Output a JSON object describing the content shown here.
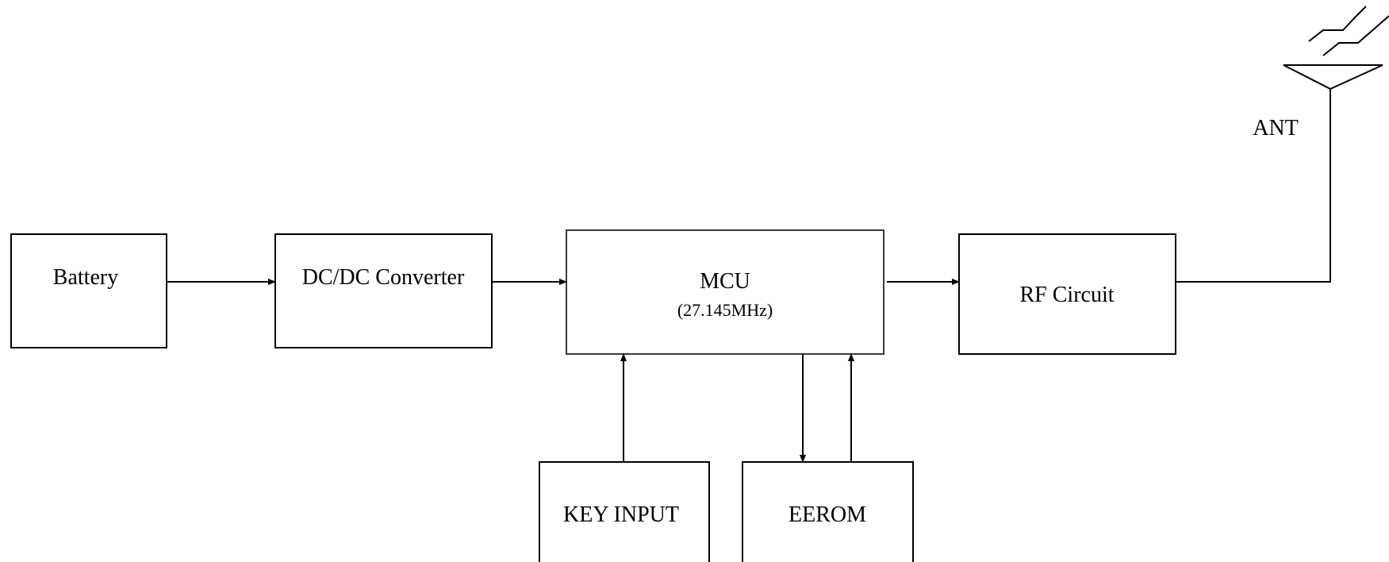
{
  "blocks": {
    "battery": "Battery",
    "dcdc": "DC/DC Converter",
    "mcu": "MCU",
    "mcu_freq": "(27.145MHz)",
    "rf": "RF Circuit",
    "key_input": "KEY INPUT",
    "eerom": "EEROM"
  },
  "antenna": {
    "label": "ANT"
  }
}
